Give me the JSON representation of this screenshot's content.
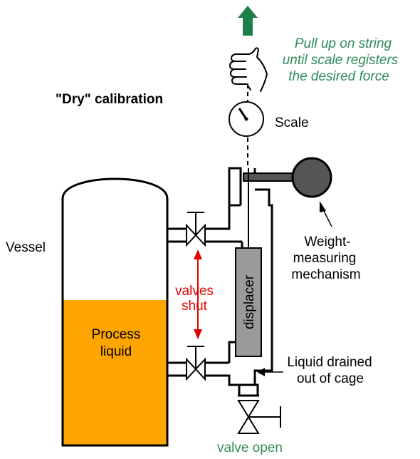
{
  "title": "\"Dry\" calibration",
  "instruction": [
    "Pull up on string",
    "until scale registers",
    "the desired force"
  ],
  "labels": {
    "scale": "Scale",
    "vessel": "Vessel",
    "process_liquid": [
      "Process",
      "liquid"
    ],
    "valves_shut": [
      "valves",
      "shut"
    ],
    "displacer": "displacer",
    "weight_mechanism": [
      "Weight-",
      "measuring",
      "mechanism"
    ],
    "liquid_drained": [
      "Liquid drained",
      "out of cage"
    ],
    "valve_open": "valve open"
  },
  "colors": {
    "liquid": "#FFA500",
    "accent_green": "#2E8B57",
    "arrow_green": "#1E7F4A",
    "valve_arrow_red": "#E00000",
    "displacer_fill": "#9A9A9A",
    "mechanism_fill": "#555555"
  },
  "icons": [
    "up-arrow-icon",
    "hand-icon",
    "scale-dial-icon"
  ]
}
